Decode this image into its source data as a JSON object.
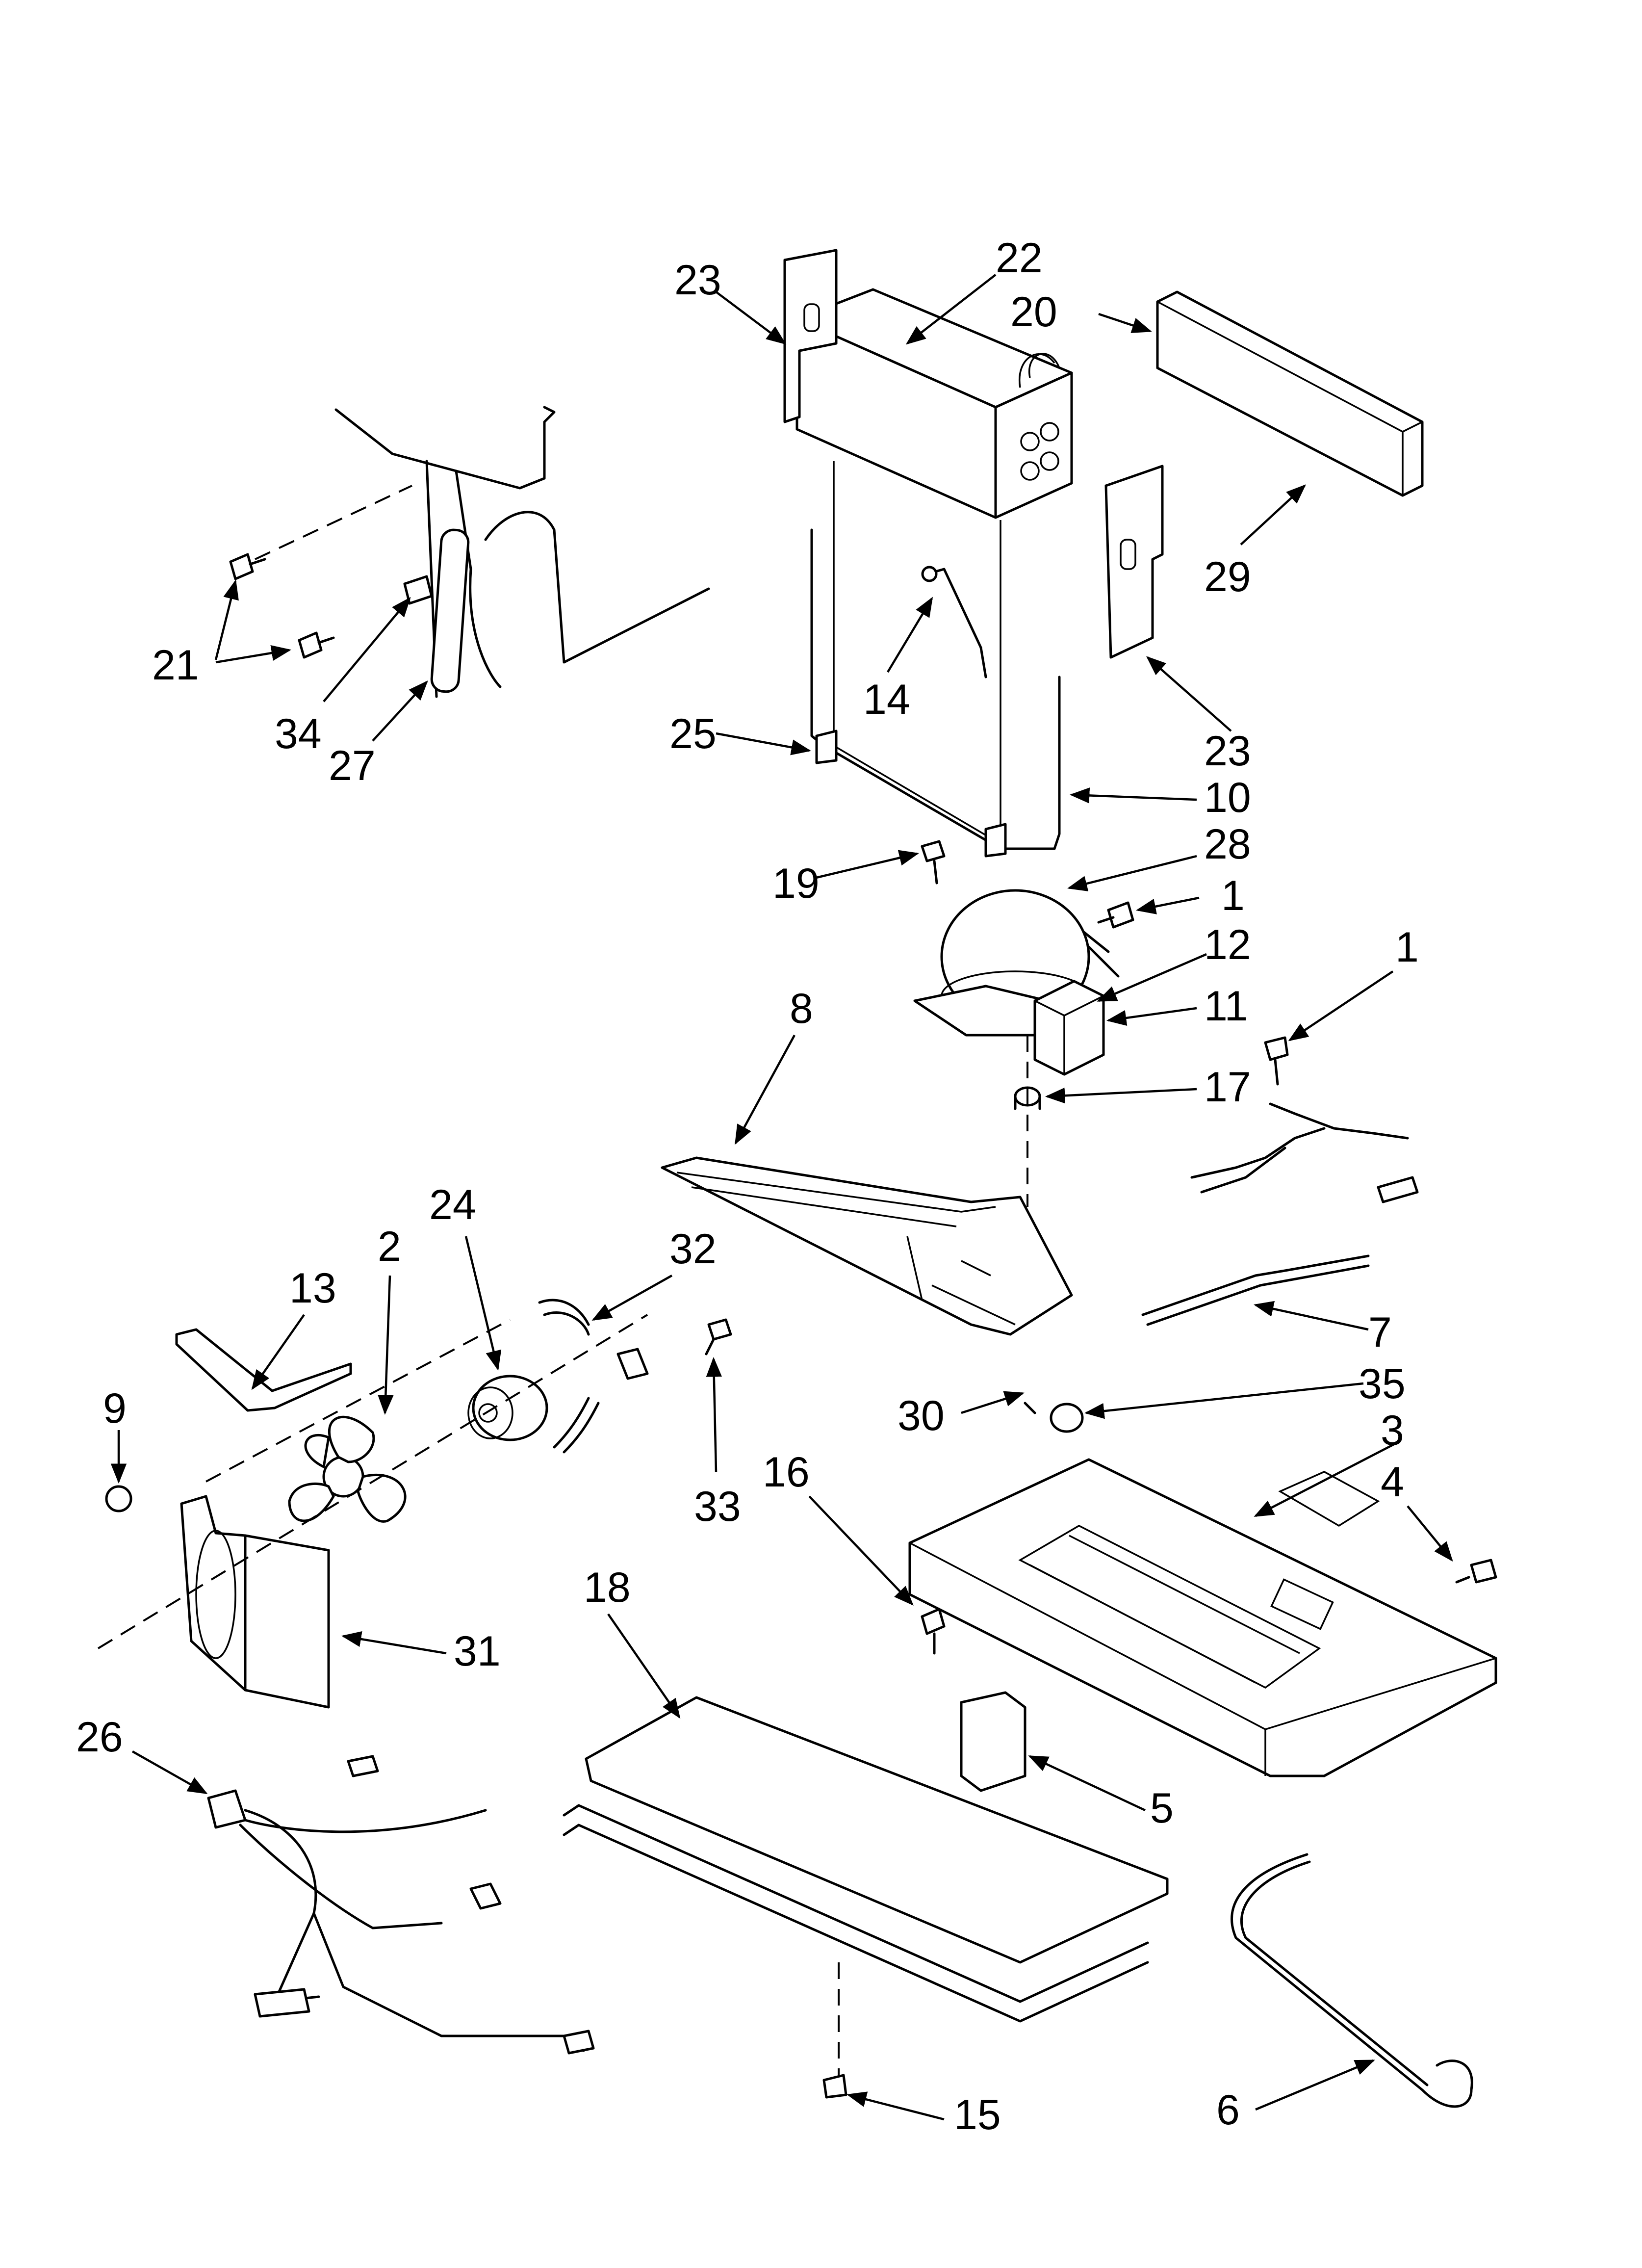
{
  "diagram": {
    "type": "exploded parts diagram",
    "callout_labels": [
      "1",
      "2",
      "3",
      "4",
      "5",
      "6",
      "7",
      "8",
      "9",
      "10",
      "11",
      "12",
      "13",
      "14",
      "15",
      "16",
      "17",
      "18",
      "19",
      "20",
      "21",
      "22",
      "23",
      "24",
      "25",
      "26",
      "27",
      "28",
      "29",
      "30",
      "31",
      "32",
      "33",
      "34",
      "35"
    ]
  },
  "callouts": {
    "c23a": "23",
    "c22": "22",
    "c20": "20",
    "c29": "29",
    "c23b": "23",
    "c14": "14",
    "c25": "25",
    "c10": "10",
    "c28": "28",
    "c19": "19",
    "c1a": "1",
    "c12": "12",
    "c11": "11",
    "c1b": "1",
    "c17": "17",
    "c8": "8",
    "c21": "21",
    "c34": "34",
    "c27": "27",
    "c24": "24",
    "c2": "2",
    "c13": "13",
    "c32": "32",
    "c9": "9",
    "c33": "33",
    "c7": "7",
    "c30": "30",
    "c35": "35",
    "c3": "3",
    "c4": "4",
    "c16": "16",
    "c18": "18",
    "c31": "31",
    "c26": "26",
    "c5": "5",
    "c6": "6",
    "c15": "15"
  }
}
